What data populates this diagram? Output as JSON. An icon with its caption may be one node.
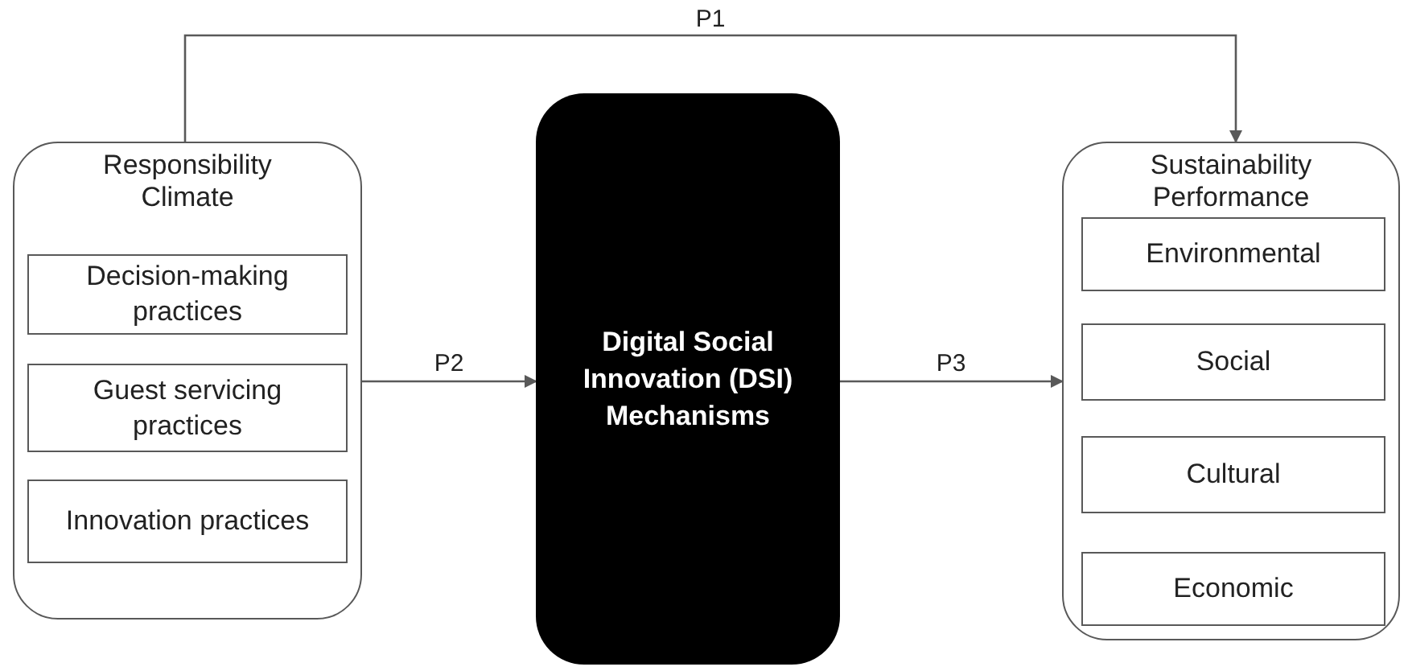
{
  "diagram": {
    "nodes": [
      {
        "text": [
          "Responsibility Climate"
        ]
      },
      {
        "text": [
          "Decision-making practices"
        ],
        "in": 0
      },
      {
        "text": [
          "Guest servicing practices"
        ],
        "in": 0
      },
      {
        "text": [
          "Innovation practices"
        ],
        "in": 0
      },
      {
        "text": [
          "Digital Social Innovation (DSI) Mechanisms"
        ]
      },
      {
        "text": [
          "Sustainability Performance"
        ]
      },
      {
        "text": [
          "Environmental"
        ],
        "in": 5
      },
      {
        "text": [
          "Social"
        ],
        "in": 5
      },
      {
        "text": [
          "Cultural"
        ],
        "in": 5
      },
      {
        "text": [
          "Economic"
        ],
        "in": 5
      }
    ],
    "edges": [
      {
        "from": 0,
        "to": 5,
        "arrow": "to",
        "label": "P1"
      },
      {
        "from": 0,
        "to": 4,
        "arrow": "to",
        "label": "P2"
      },
      {
        "from": 4,
        "to": 5,
        "arrow": "to",
        "label": "P3"
      }
    ]
  }
}
